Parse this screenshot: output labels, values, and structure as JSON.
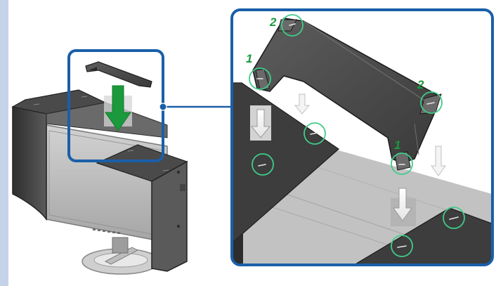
{
  "colors": {
    "sidebar": "#c5d3e8",
    "frame": "#1a5fa8",
    "accent": "#1a9a3c",
    "hood_dark": "#3d3d3d",
    "hood_mid": "#575757",
    "hood_light": "#7a7a7a",
    "screen": "#b9b9b9",
    "marker": "#3fcc8a"
  },
  "callouts": {
    "step_a": "1",
    "step_b": "2",
    "step_c": "2",
    "step_d": "1"
  },
  "icons": {
    "insert_arrow": "arrow-down-icon",
    "attach_marker": "circle-marker-icon"
  }
}
